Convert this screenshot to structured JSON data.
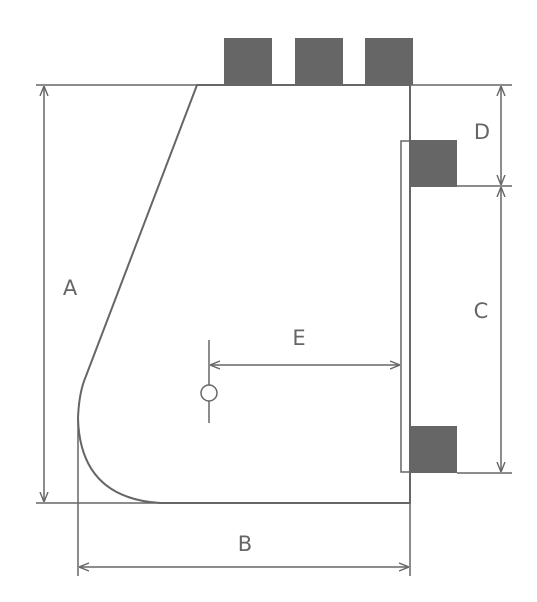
{
  "labels": {
    "a": "A",
    "b": "B",
    "c": "C",
    "d": "D",
    "e": "E"
  },
  "colors": {
    "stroke": "#666666",
    "block": "#666666",
    "text": "#666666",
    "background": "#ffffff"
  }
}
